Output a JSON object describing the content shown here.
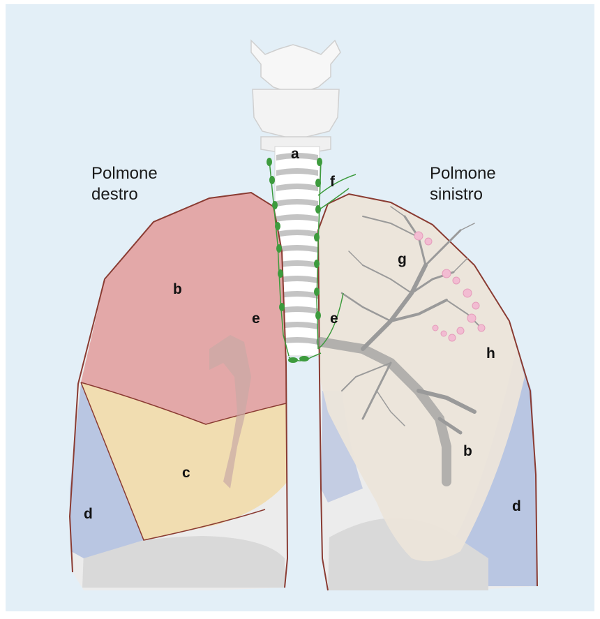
{
  "titles": {
    "right_lung": [
      "Polmone",
      "destro"
    ],
    "left_lung": [
      "Polmone",
      "sinistro"
    ]
  },
  "labels": {
    "a": "a",
    "b_right": "b",
    "b_left": "b",
    "c": "c",
    "d_right": "d",
    "d_left": "d",
    "e_right": "e",
    "e_left": "e",
    "f": "f",
    "g": "g",
    "h": "h"
  },
  "colors": {
    "background_panel": "#e3eff7",
    "upper_lobe_right": "#e3a8a8",
    "middle_lobe_right": "#f1ddb1",
    "lower_lobe": "#b9c6e2",
    "left_lung_overlay": "#ece5da",
    "lung_outline": "#8a3b32",
    "lymph_nodes": "#3d9b3d",
    "bronchi": "#9a9a9a",
    "alveoli": "#f2bcd2"
  }
}
